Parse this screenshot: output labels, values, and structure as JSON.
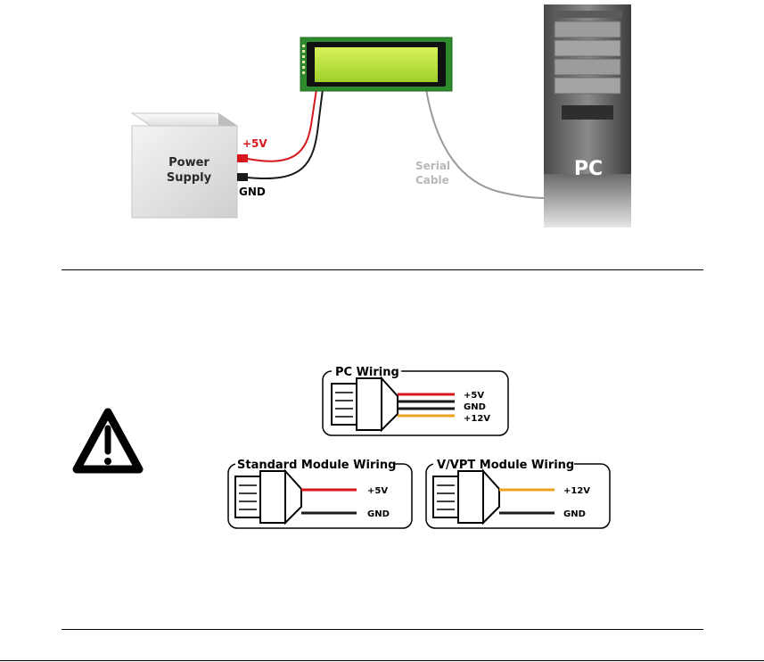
{
  "top_diagram": {
    "power_supply_label_line1": "Power",
    "power_supply_label_line2": "Supply",
    "plus5v_label": "+5V",
    "gnd_label": "GND",
    "serial_label_line1": "Serial",
    "serial_label_line2": "Cable",
    "pc_label": "PC"
  },
  "wiring": {
    "pc_title": "PC Wiring",
    "pc_labels": [
      "+5V",
      "GND",
      "+12V"
    ],
    "standard_title": "Standard Module Wiring",
    "standard_labels": [
      "+5V",
      "GND"
    ],
    "vpt_title": "V/VPT Module Wiring",
    "vpt_labels": [
      "+12V",
      "GND"
    ]
  },
  "colors": {
    "red_wire": "#d6181e",
    "black_wire": "#1a1a1a",
    "orange_wire": "#f0a020",
    "lcd_green": "#b6e03a",
    "pcb_green": "#2d8a2d"
  }
}
